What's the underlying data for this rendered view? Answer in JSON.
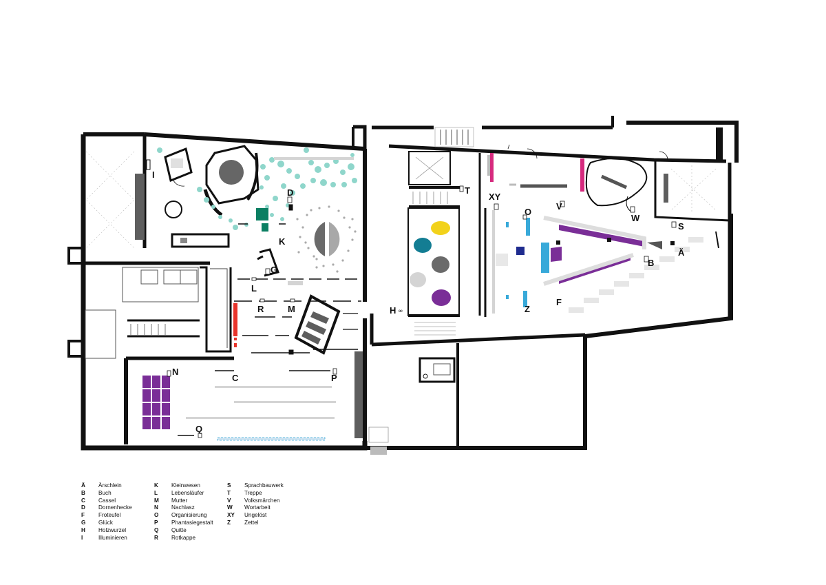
{
  "colors": {
    "wall": "#111111",
    "teal": "#8fd6cb",
    "green": "#0b7f62",
    "magenta": "#d62a7e",
    "purple": "#7a2e97",
    "blue": "#38a9d9",
    "navy": "#1f2c8f",
    "red": "#e8332a",
    "yellow": "#f2d21b",
    "petrol": "#137d93",
    "gray": "#8a8a8a",
    "lightgray": "#d4d4d4"
  },
  "plan_labels": {
    "ae": "Ä",
    "b": "B",
    "c": "C",
    "d": "D",
    "f": "F",
    "g": "G",
    "h": "H",
    "h_mark": "∞",
    "i": "I",
    "k": "K",
    "l": "L",
    "m": "M",
    "n": "N",
    "o": "O",
    "p": "P",
    "q": "Q",
    "r": "R",
    "s": "S",
    "t": "T",
    "v": "V",
    "w": "W",
    "xy": "XY",
    "z": "Z"
  },
  "legend": [
    [
      {
        "code": "Ä",
        "name": "Ärschlein"
      },
      {
        "code": "B",
        "name": "Buch"
      },
      {
        "code": "C",
        "name": "Cassel"
      },
      {
        "code": "D",
        "name": "Dornenhecke"
      },
      {
        "code": "F",
        "name": "Froteufel"
      },
      {
        "code": "G",
        "name": "Glück"
      },
      {
        "code": "H",
        "name": "Holzwurzel"
      },
      {
        "code": "I",
        "name": "Illuminieren"
      }
    ],
    [
      {
        "code": "K",
        "name": "Kleinwesen"
      },
      {
        "code": "L",
        "name": "Lebensläufer"
      },
      {
        "code": "M",
        "name": "Mutter"
      },
      {
        "code": "N",
        "name": "Nachlasz"
      },
      {
        "code": "O",
        "name": "Organisierung"
      },
      {
        "code": "P",
        "name": "Phantasiegestalt"
      },
      {
        "code": "Q",
        "name": "Quitte"
      },
      {
        "code": "R",
        "name": "Rotkappe"
      }
    ],
    [
      {
        "code": "S",
        "name": "Sprachbauwerk"
      },
      {
        "code": "T",
        "name": "Treppe"
      },
      {
        "code": "V",
        "name": "Volksmärchen"
      },
      {
        "code": "W",
        "name": "Wortarbeit"
      },
      {
        "code": "XY",
        "name": "Ungelöst"
      },
      {
        "code": "Z",
        "name": "Zettel"
      }
    ]
  ]
}
